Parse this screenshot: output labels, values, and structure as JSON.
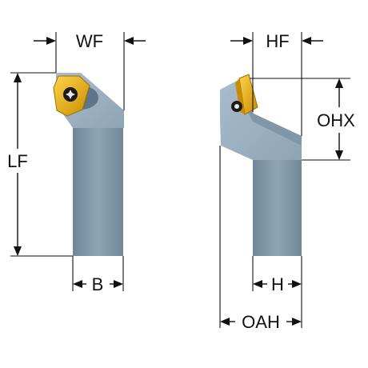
{
  "colors": {
    "body": "#8ea5b6",
    "body_dark": "#6f8798",
    "body_light": "#a9bccb",
    "insert": "#f0b400",
    "insert_dark": "#c88e00",
    "line": "#111111",
    "background": "#ffffff"
  },
  "icons": {
    "clamp_screw": "torx-screw-icon",
    "insert": "threading-insert-icon"
  },
  "left_view": {
    "labels": {
      "wf": "WF",
      "lf": "LF",
      "b": "B"
    }
  },
  "right_view": {
    "labels": {
      "hf": "HF",
      "ohx": "OHX",
      "h": "H",
      "oah": "OAH"
    }
  }
}
